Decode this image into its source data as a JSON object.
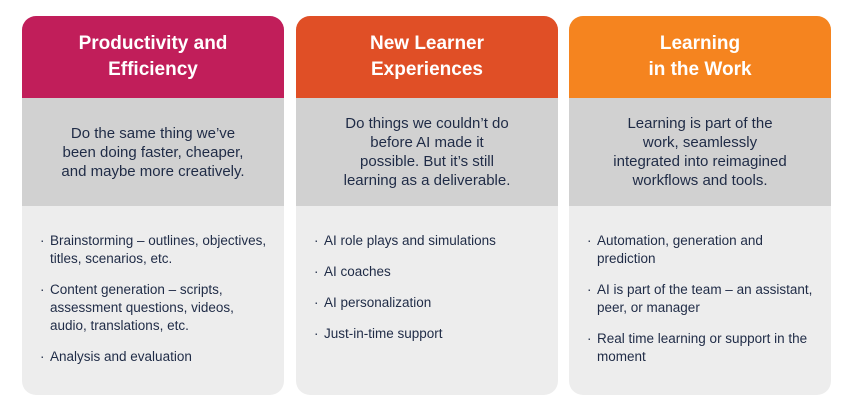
{
  "colors": {
    "col1": "#C11E5A",
    "col2": "#E04F26",
    "col3": "#F5841F"
  },
  "columns": [
    {
      "title": "Productivity and\nEfficiency",
      "description": "Do the same thing we’ve\nbeen doing faster, cheaper,\nand maybe more creatively.",
      "items": [
        "Brainstorming – outlines, objectives, titles, scenarios, etc.",
        "Content generation – scripts, assessment questions, videos, audio, translations, etc.",
        "Analysis and evaluation"
      ]
    },
    {
      "title": "New Learner\nExperiences",
      "description": "Do things we couldn’t do\nbefore AI made it\npossible. But it’s still\nlearning as a deliverable.",
      "items": [
        "AI role plays and simulations",
        "AI coaches",
        "AI personalization",
        "Just-in-time support"
      ]
    },
    {
      "title": "Learning\nin the Work",
      "description": "Learning is part of the\nwork, seamlessly\nintegrated into reimagined\nworkflows and tools.",
      "items": [
        "Automation, generation and prediction",
        "AI is part of the team – an assistant, peer, or manager",
        "Real time learning or support in the moment"
      ]
    }
  ]
}
